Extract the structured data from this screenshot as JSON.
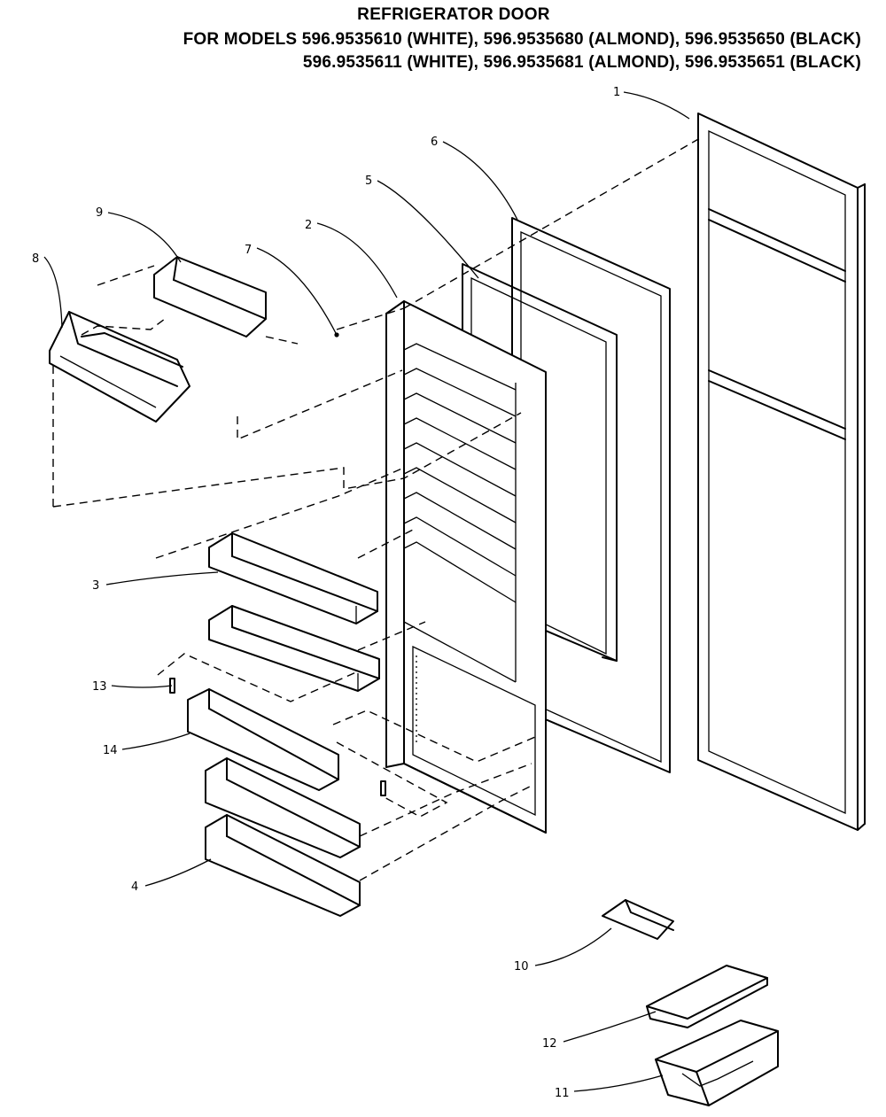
{
  "title": {
    "line1": "REFRIGERATOR DOOR",
    "line2": "FOR MODELS 596.9535610 (WHITE), 596.9535680 (ALMOND), 596.9535650 (BLACK)",
    "line3": "596.9535611 (WHITE), 596.9535681 (ALMOND), 596.9535651 (BLACK)"
  },
  "callouts": {
    "c1": "1",
    "c2": "2",
    "c3": "3",
    "c4": "4",
    "c5": "5",
    "c6": "6",
    "c7": "7",
    "c8": "8",
    "c9": "9",
    "c10": "10",
    "c11": "11",
    "c12": "12",
    "c13": "13",
    "c14": "14"
  },
  "colors": {
    "ink": "#000000",
    "paper": "#ffffff"
  }
}
